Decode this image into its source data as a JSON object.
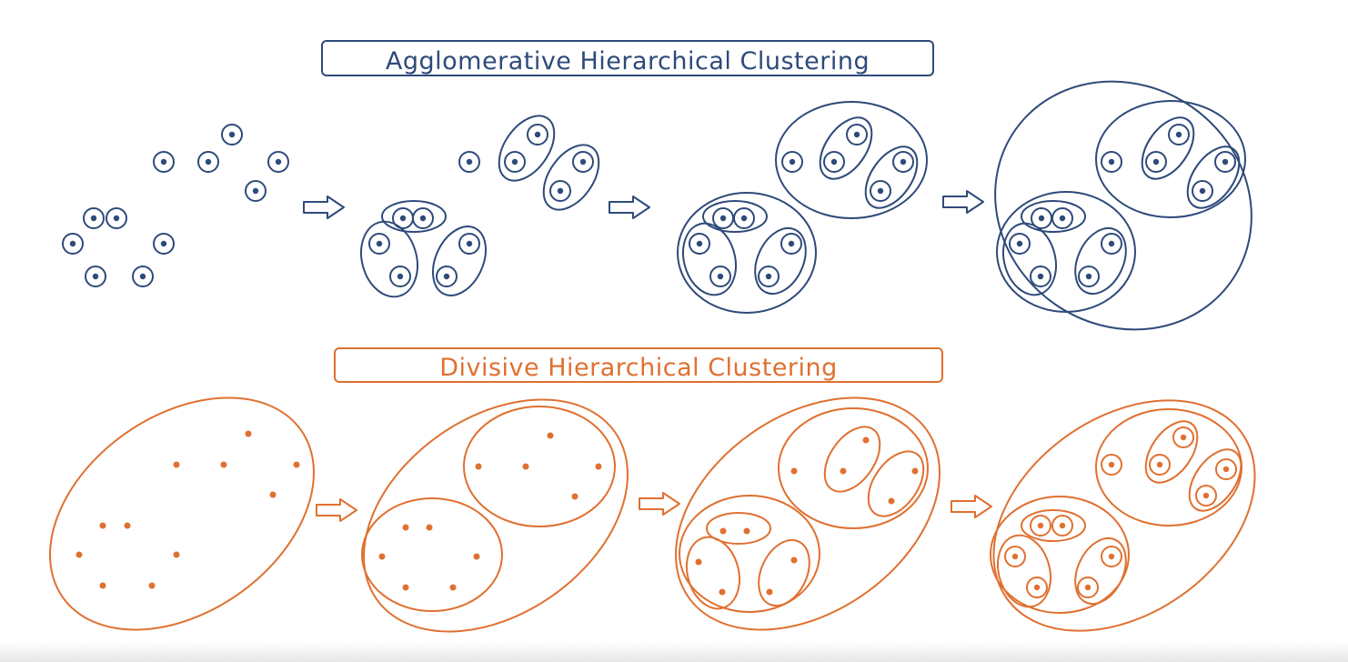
{
  "agglomerative": {
    "title": "Agglomerative Hierarchical Clustering",
    "color": "#2e4a7a"
  },
  "divisive": {
    "title": "Divisive Hierarchical Clustering",
    "color": "#e07030"
  },
  "icons": {
    "arrow": "outline-right-arrow",
    "point": "data-point",
    "cluster": "cluster-ellipse"
  }
}
